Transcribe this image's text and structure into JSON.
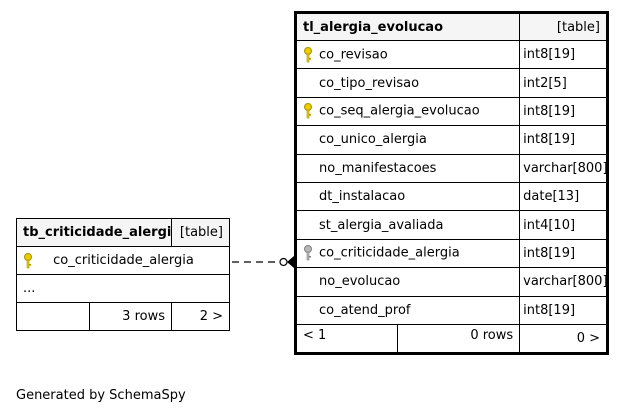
{
  "main_table": {
    "name": "tl_alergia_evolucao",
    "kind": "[table]",
    "columns": [
      {
        "name": "co_revisao",
        "type": "int8[19]",
        "key": "primary"
      },
      {
        "name": "co_tipo_revisao",
        "type": "int2[5]",
        "key": "none"
      },
      {
        "name": "co_seq_alergia_evolucao",
        "type": "int8[19]",
        "key": "primary"
      },
      {
        "name": "co_unico_alergia",
        "type": "int8[19]",
        "key": "none"
      },
      {
        "name": "no_manifestacoes",
        "type": "varchar[800]",
        "key": "none"
      },
      {
        "name": "dt_instalacao",
        "type": "date[13]",
        "key": "none"
      },
      {
        "name": "st_alergia_avaliada",
        "type": "int4[10]",
        "key": "none"
      },
      {
        "name": "co_criticidade_alergia",
        "type": "int8[19]",
        "key": "foreign"
      },
      {
        "name": "no_evolucao",
        "type": "varchar[800]",
        "key": "none"
      },
      {
        "name": "co_atend_prof",
        "type": "int8[19]",
        "key": "none"
      }
    ],
    "footer": {
      "parents": "< 1",
      "rows": "0 rows",
      "children": "0 >"
    }
  },
  "ref_table": {
    "name": "tb_criticidade_alergia",
    "kind": "[table]",
    "columns": [
      {
        "name": "co_criticidade_alergia",
        "key": "primary"
      }
    ],
    "ellipsis": "...",
    "footer": {
      "parents": "",
      "rows": "3 rows",
      "children": "2 >"
    }
  },
  "colors": {
    "primary_key": "#e8d000",
    "foreign_key": "#b8b8b8",
    "header_bg": "#f5f5f5"
  },
  "icons": {
    "primary_key": "key-icon",
    "foreign_key": "key-icon"
  },
  "footer_text": "Generated by SchemaSpy"
}
